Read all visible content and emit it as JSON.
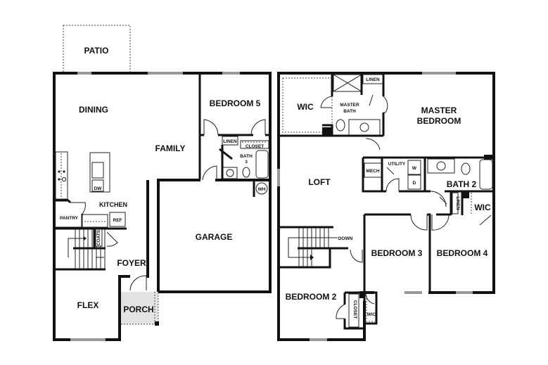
{
  "plan": {
    "first_floor": {
      "rooms": {
        "patio": "PATIO",
        "dining": "DINING",
        "family": "FAMILY",
        "bedroom5": "BEDROOM 5",
        "kitchen": "KITCHEN",
        "pantry": "PANTRY",
        "ref": "REF",
        "dw": "DW",
        "coats": "COATS",
        "foyer": "FOYER",
        "flex": "FLEX",
        "porch": "PORCH",
        "garage": "GARAGE",
        "linen": "LINEN",
        "closet": "CLOSET",
        "bath3_line1": "BATH",
        "bath3_line2": "3",
        "wh": "WH"
      }
    },
    "second_floor": {
      "rooms": {
        "wic_master": "WIC",
        "master_bath_line1": "MASTER",
        "master_bath_line2": "BATH",
        "linen_master": "LINEN",
        "master_bedroom_line1": "MASTER",
        "master_bedroom_line2": "BEDROOM",
        "loft": "LOFT",
        "mech": "MECH",
        "utility": "UTILITY",
        "washer": "W",
        "dryer": "D",
        "bath2": "BATH 2",
        "linen_hall": "LINEN",
        "wic_bed4": "WIC",
        "down": "DOWN",
        "bedroom3": "BEDROOM 3",
        "bedroom4": "BEDROOM 4",
        "bedroom2": "BEDROOM 2",
        "closet_bed2": "CLOSET",
        "wic_bed2": "WIC"
      }
    }
  },
  "colors": {
    "wall": "#111111",
    "patio_fill": "#e3e3e3",
    "window": "#999999",
    "background": "#ffffff"
  }
}
